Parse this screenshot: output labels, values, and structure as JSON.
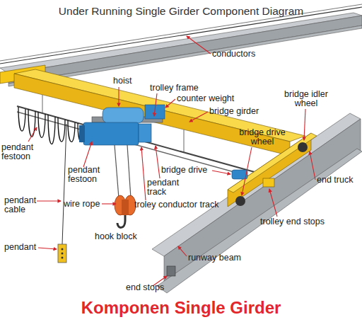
{
  "diagram": {
    "title": "Under Running Single Girder Component Diagram",
    "caption": "Komponen Single Girder",
    "labels": [
      "conductors",
      "hoist",
      "trolley frame",
      "counter weight",
      "bridge girder",
      "bridge idler wheel",
      "pendant festoon",
      "bridge drive wheel",
      "pendant festoon",
      "end truck",
      "bridge drive",
      "pendant track",
      "troley conductor track",
      "pendant cable",
      "wire rope",
      "hook block",
      "trolley end stops",
      "pendant",
      "runway beam",
      "end stops"
    ]
  }
}
